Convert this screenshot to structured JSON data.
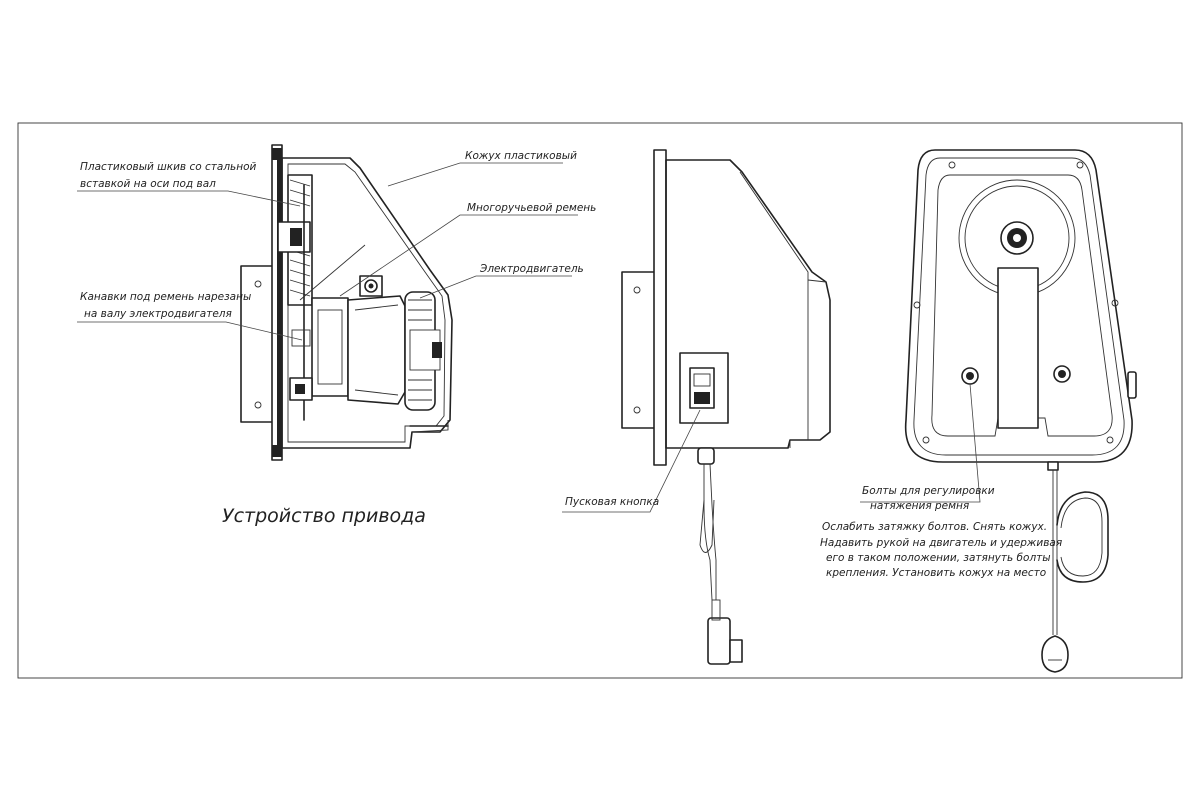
{
  "title": "Устройство привода",
  "labels": {
    "pulley": [
      "Пластиковый шкив со стальной",
      "вставкой на оси под вал"
    ],
    "casing": "Кожух пластиковый",
    "belt": "Многоручьевой ремень",
    "motor": "Электродвигатель",
    "grooves": [
      "Канавки под ремень нарезаны",
      "на валу электродвигателя"
    ],
    "start_button": "Пусковая кнопка",
    "bolts": [
      "Болты для регулировки",
      "натяжения ремня"
    ],
    "instructions": [
      "Ослабить затяжку болтов. Снять кожух.",
      "Надавить рукой на двигатель и удерживая",
      "его в таком положении, затянуть болты",
      "крепления. Установить кожух на место"
    ]
  }
}
